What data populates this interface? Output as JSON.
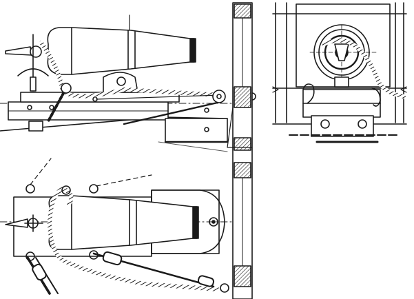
{
  "figure": {
    "views": [
      {
        "id": "side-elevation",
        "label": ""
      },
      {
        "id": "front-elevation",
        "label": ""
      },
      {
        "id": "plan-view",
        "label": ""
      }
    ],
    "subject_icon": "naval-cannon-on-carriage-icon",
    "colors": {
      "ink": "#1a1a1a",
      "ink_light": "#555555",
      "hatch": "#3a3a3a",
      "paper": "#ffffff",
      "shade": "#dcdcdc"
    }
  }
}
